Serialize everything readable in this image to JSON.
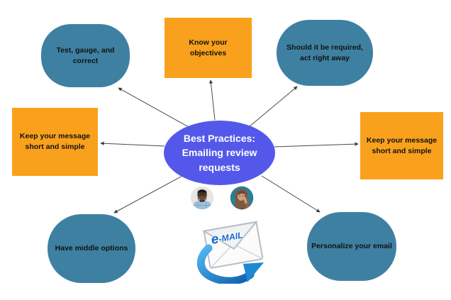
{
  "diagram_title": "Best Practices: Emailing review requests",
  "background": "#FFFFFF",
  "center_node": {
    "label": "Best Practices: Emailing review requests",
    "fill_color": "#5458EA",
    "text_color": "#FFFFFF",
    "shape": "ellipse"
  },
  "nodes": [
    {
      "id": "test-gauge-correct",
      "label": "Test, gauge, and correct",
      "shape": "rounded-blob",
      "fill_color": "#3E80A1",
      "position": "top-left"
    },
    {
      "id": "know-your-objectives",
      "label": "Know your objectives",
      "shape": "rectangle",
      "fill_color": "#F9A11C",
      "position": "top-center"
    },
    {
      "id": "should-it-be-required",
      "label": "Should it be required, act right away",
      "shape": "rounded-blob",
      "fill_color": "#3E80A1",
      "position": "top-right"
    },
    {
      "id": "keep-message-left",
      "label": "Keep your message short and simple",
      "shape": "rectangle",
      "fill_color": "#F9A11C",
      "position": "middle-left"
    },
    {
      "id": "keep-message-right",
      "label": "Keep your message short and simple",
      "shape": "rectangle",
      "fill_color": "#F9A11C",
      "position": "middle-right"
    },
    {
      "id": "have-middle-options",
      "label": "Have middle options",
      "shape": "rounded-blob",
      "fill_color": "#3E80A1",
      "position": "bottom-left"
    },
    {
      "id": "personalize-your-email",
      "label": "Personalize your email",
      "shape": "rounded-blob",
      "fill_color": "#3E80A1",
      "position": "bottom-right"
    }
  ],
  "connectors": {
    "count": 7,
    "line_color": "#4A4A4A",
    "style": "thin line with small arrowhead at outer node"
  },
  "decorations": {
    "email_icon": {
      "name": "email-envelope-with-arrow-icon",
      "label": "e-MAIL",
      "label_prefix": "e",
      "label_suffix": "-MAIL",
      "label_color": "#1668C7",
      "arrow_color": "#1E88D4"
    },
    "avatars": [
      {
        "name": "male-user-photo",
        "description_colors": {
          "background": "#E8E6E4",
          "shirt": "#9FC0DD"
        }
      },
      {
        "name": "female-user-photo",
        "description_colors": {
          "background": "#2A7E95"
        }
      }
    ]
  },
  "node_text_color": "#121212"
}
